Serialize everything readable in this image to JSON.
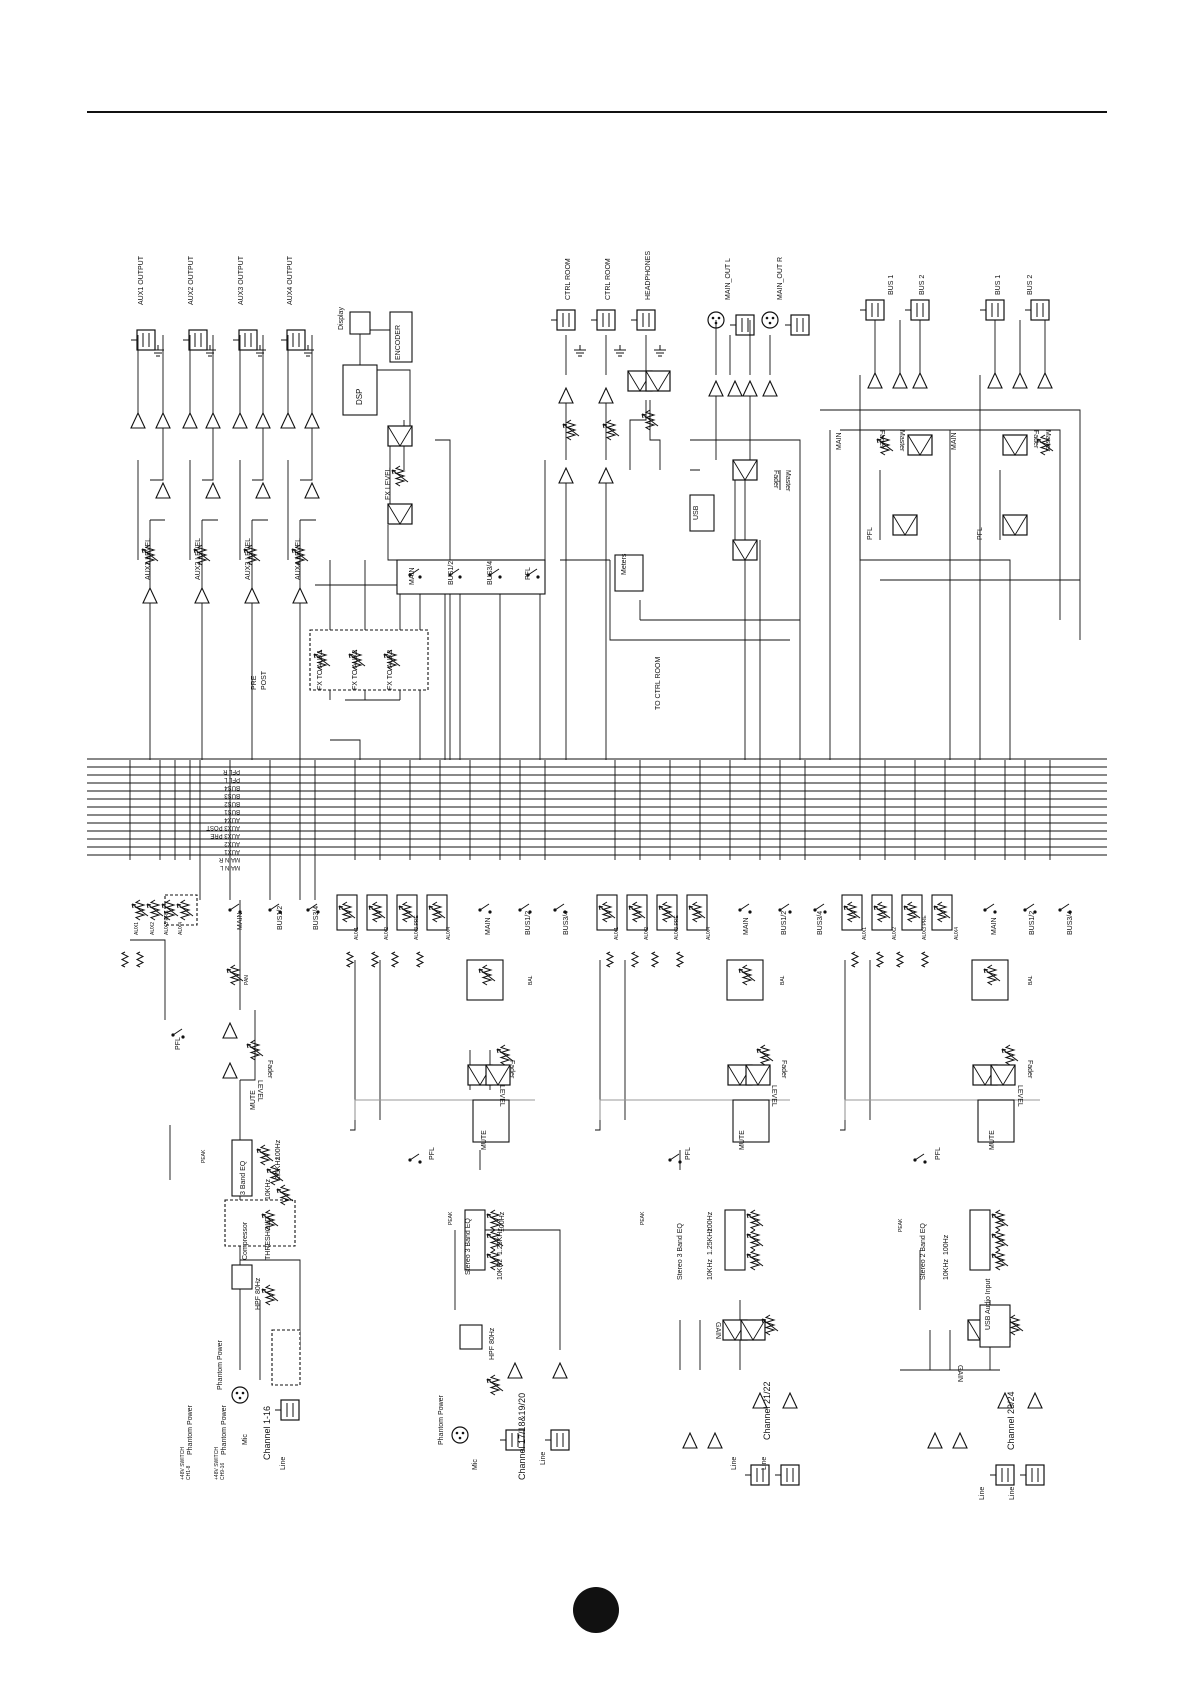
{
  "outputs": {
    "aux1_output": "AUX1 OUTPUT",
    "aux2_output": "AUX2 OUTPUT",
    "aux3_output": "AUX3 OUTPUT",
    "aux4_output": "AUX4 OUTPUT",
    "ctrl_room_1": "CTRL ROOM",
    "ctrl_room_2": "CTRL ROOM",
    "headphones": "HEADPHONES",
    "main_out_l": "MAIN_OUT L",
    "main_out_r": "MAIN_OUT R",
    "bus1_a": "BUS 1",
    "bus2_a": "BUS 2",
    "bus1_b": "BUS 1",
    "bus2_b": "BUS 2"
  },
  "aux_section": {
    "aux1_level": "AUX1 LEVEL",
    "aux2_level": "AUX2 LEVEL",
    "aux3_level": "AUX3 LEVEL",
    "aux4_level": "AUX4 LEVEL",
    "pre": "PRE",
    "post": "POST"
  },
  "fx_section": {
    "display": "Display",
    "encoder": "ENCODER",
    "dsp": "DSP",
    "fx_level": "FX LEVEL",
    "fx_to_aux1": "FX TO AUX1",
    "fx_to_aux2": "FX TO AUX2",
    "fx_to_aux3": "FX TO AUX3",
    "main": "MAIN",
    "bus12": "BUS1/2",
    "bus34": "BUS3/4",
    "pfl": "PFL"
  },
  "master_section": {
    "meters": "Meters",
    "usb": "USB",
    "to_ctrl_room": "TO CTRL ROOM",
    "fader_main": "Fader",
    "master_main": "Master",
    "fader_bus_a": "Fader",
    "master_bus_a": "Master",
    "fader_bus_b": "Fader",
    "master_bus_b": "Master",
    "main_a": "MAIN",
    "main_b": "MAIN",
    "pfl_a": "PFL",
    "pfl_b": "PFL"
  },
  "buses": [
    "MAIN_L",
    "MAIN_R",
    "AUX1",
    "AUX2",
    "AUX3_PRE",
    "AUX3_POST",
    "AUX4",
    "BUS1",
    "BUS2",
    "BUS3",
    "BUS4",
    "PFL_L",
    "PFL_R"
  ],
  "channel_mono": {
    "name": "Channel 1-16",
    "phantom_power": "Phantom Power",
    "mic": "Mic",
    "line": "Line",
    "hpf": "HPF 80Hz",
    "compressor": "Compressor",
    "threshold": "THRESHOLD",
    "eq": "3 Band EQ",
    "eq_hi": "10KHz",
    "eq_mid": "2.5KHz",
    "eq_lo": "100Hz",
    "peak": "PEAK",
    "mute": "MUTE",
    "level": "LEVEL",
    "fader": "Fader",
    "pfl": "PFL",
    "pan": "PAN",
    "aux1": "AUX1",
    "aux2": "AUX2",
    "aux3": "AUX3 PRE",
    "aux4": "AUX4",
    "main": "MAIN",
    "bus12": "BUS1/2",
    "bus34": "BUS3/4",
    "sw_ch1_8": "CH1-8",
    "sw_ch9_16": "CH9-16",
    "sw_label": "+48V SWITCH",
    "phantom_1": "Phantom Power",
    "phantom_2": "Phantom Power"
  },
  "channel_17": {
    "name": "Channel 17/18&19/20",
    "phantom_power": "Phantom Power",
    "mic": "Mic",
    "line": "Line",
    "hpf": "HPF 80Hz",
    "eq": "Stereo 3 Band EQ",
    "eq_hi": "10KHz",
    "eq_mid": "1.25KHz",
    "eq_lo": "100Hz",
    "peak": "PEAK",
    "mute": "MUTE",
    "level": "LEVEL",
    "fader": "Fader",
    "pfl": "PFL",
    "bal": "BAL",
    "aux1": "AUX1",
    "aux2": "AUX2",
    "aux3": "AUX3 PRE",
    "aux4": "AUX4",
    "main": "MAIN",
    "bus12": "BUS1/2",
    "bus34": "BUS3/4"
  },
  "channel_21": {
    "name": "Channel 21/22",
    "line": "Line",
    "gain": "GAIN",
    "eq": "Stereo 3 Band EQ",
    "eq_hi": "10KHz",
    "eq_mid": "1.25KHz",
    "eq_lo": "100Hz",
    "peak": "PEAK",
    "mute": "MUTE",
    "level": "LEVEL",
    "fader": "Fader",
    "pfl": "PFL",
    "bal": "BAL",
    "aux1": "AUX1",
    "aux2": "AUX2",
    "aux3": "AUX3 PRE",
    "aux4": "AUX4",
    "main": "MAIN",
    "bus12": "BUS1/2",
    "bus34": "BUS3/4"
  },
  "channel_23": {
    "name": "Channel 23/24",
    "line": "Line",
    "gain": "GAIN",
    "usb_audio_input": "USB Audio Input",
    "eq": "Stereo 2 Band EQ",
    "eq_hi": "10KHz",
    "eq_lo": "100Hz",
    "peak": "PEAK",
    "mute": "MUTE",
    "level": "LEVEL",
    "fader": "Fader",
    "pfl": "PFL",
    "bal": "BAL",
    "aux1": "AUX1",
    "aux2": "AUX2",
    "aux3": "AUX3 PRE",
    "aux4": "AUX4",
    "main": "MAIN",
    "bus12": "BUS1/2",
    "bus34": "BUS3/4"
  }
}
